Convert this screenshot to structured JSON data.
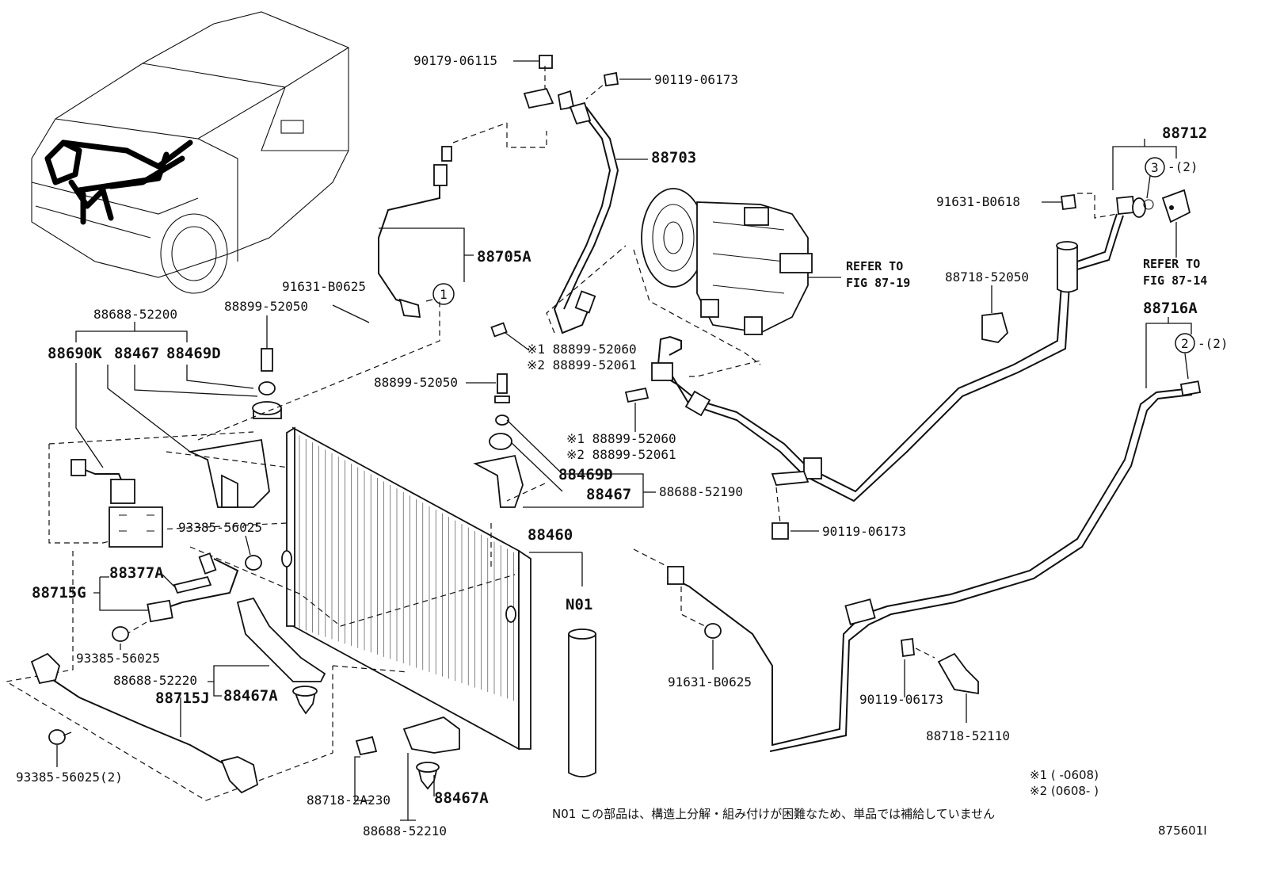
{
  "diagram": {
    "drawing_id": "875601I",
    "callouts": {
      "c1": "1",
      "c2": "2",
      "c3": "3",
      "c2_qty": "-(2)",
      "c3_qty": "-(2)"
    },
    "labels": {
      "p90179_06115": "90179-06115",
      "p90119_06173_top": "90119-06173",
      "p88703": "88703",
      "p88705A": "88705A",
      "p91631_B0625_top": "91631-B0625",
      "p88899_52050_a": "88899-52050",
      "p88688_52200": "88688-52200",
      "p88690K": "88690K",
      "p88467_left": "88467",
      "p88469D_left": "88469D",
      "p88899_52060_a": "※1 88899-52060",
      "p88899_52061_a": "※2 88899-52061",
      "p88899_52050_b": "88899-52050",
      "p88899_52060_b": "※1 88899-52060",
      "p88899_52061_b": "※2 88899-52061",
      "p88469D_mid": "88469D",
      "p88467_mid": "88467",
      "p88688_52190": "88688-52190",
      "p90119_06173_mid": "90119-06173",
      "p93385_56025_a": "93385-56025",
      "p88460": "88460",
      "pN01": "N01",
      "p88377A": "88377A",
      "p88715G": "88715G",
      "p93385_56025_b": "93385-56025",
      "p88688_52220": "88688-52220",
      "p88715J": "88715J",
      "p88467A_a": "88467A",
      "p93385_56025_c": "93385-56025(2)",
      "p88718_2A230": "88718-2A230",
      "p88467A_b": "88467A",
      "p88688_52210": "88688-52210",
      "p91631_B0625_bot": "91631-B0625",
      "p90119_06173_bot": "90119-06173",
      "p88718_52110": "88718-52110",
      "p88712": "88712",
      "p91631_B0618": "91631-B0618",
      "p88718_52050": "88718-52050",
      "p88716A": "88716A",
      "refer1_a": "REFER TO",
      "refer1_b": "FIG 87-19",
      "refer2_a": "REFER TO",
      "refer2_b": "FIG 87-14"
    },
    "notes": {
      "date1": "※1 (      -0608)",
      "date2": "※2 (0608-      )",
      "n01_note": "N01   この部品は、構造上分解・組み付けが困難なため、単品では補給していません"
    }
  }
}
